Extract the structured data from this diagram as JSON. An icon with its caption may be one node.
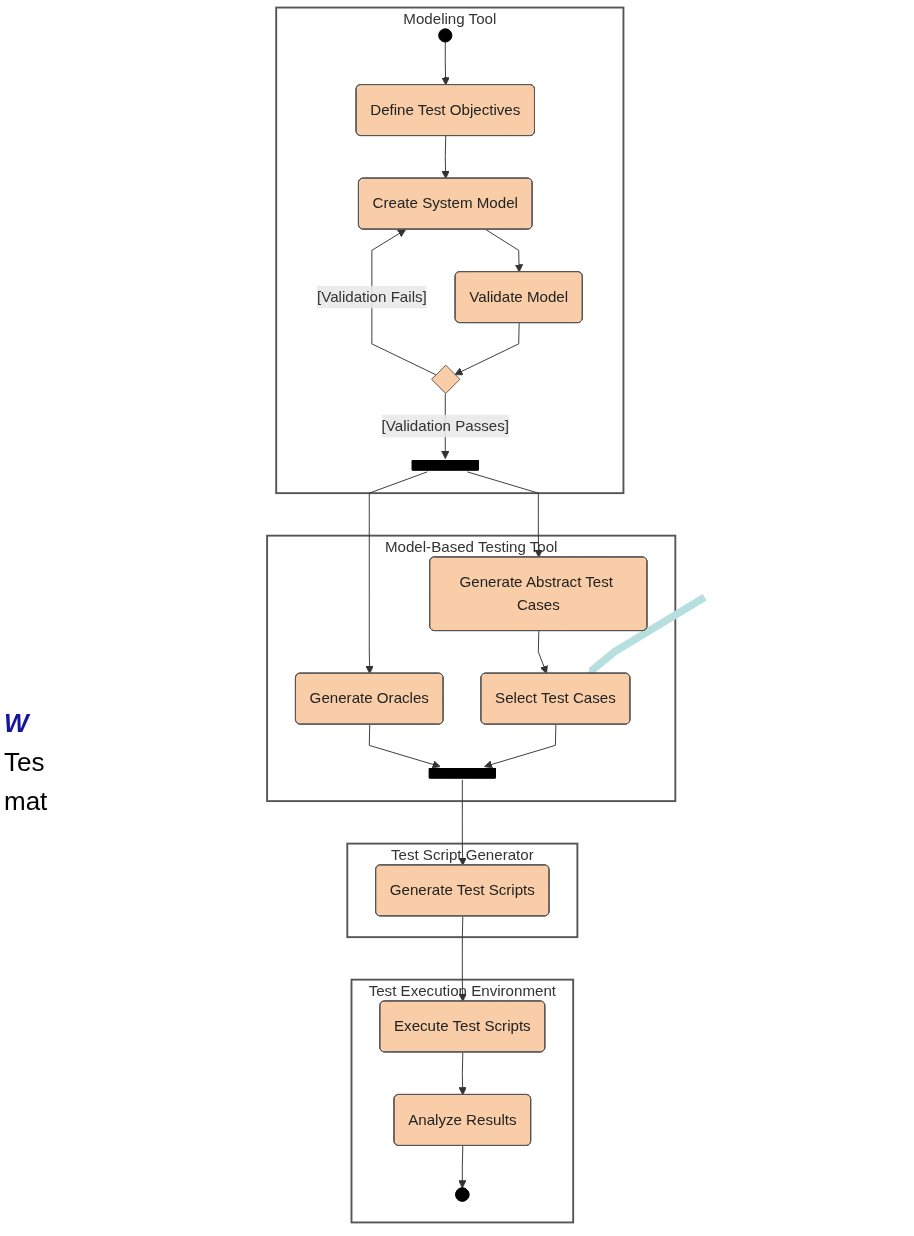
{
  "diagram": {
    "nodes": [
      {
        "text": [
          "Modeling Tool"
        ]
      },
      {
        "text": [],
        "shape": "circle",
        "in": 0
      },
      {
        "text": [
          "Define Test Objectives"
        ],
        "in": 0
      },
      {
        "text": [
          "Create System Model"
        ],
        "in": 0
      },
      {
        "text": [
          "Validate Model"
        ],
        "in": 0
      },
      {
        "text": [],
        "shape": "diamond",
        "in": 0
      },
      {
        "text": [],
        "shape": "bar",
        "in": 0
      },
      {
        "text": [
          "Model-Based Testing Tool"
        ]
      },
      {
        "text": [
          "Generate Abstract Test Cases"
        ],
        "in": 7
      },
      {
        "text": [
          "Generate Oracles"
        ],
        "in": 7
      },
      {
        "text": [
          "Select Test Cases"
        ],
        "in": 7
      },
      {
        "text": [],
        "shape": "bar",
        "in": 7
      },
      {
        "text": [
          "Test Script Generator"
        ]
      },
      {
        "text": [
          "Generate Test Scripts"
        ],
        "in": 12
      },
      {
        "text": [
          "Test Execution Environment"
        ]
      },
      {
        "text": [
          "Execute Test Scripts"
        ],
        "in": 14
      },
      {
        "text": [
          "Analyze Results"
        ],
        "in": 14
      },
      {
        "text": [],
        "shape": "circle",
        "in": 14
      }
    ],
    "edges": [
      {
        "from": 1,
        "to": 2,
        "arrow": "to"
      },
      {
        "from": 2,
        "to": 3,
        "arrow": "to"
      },
      {
        "from": 3,
        "to": 4,
        "arrow": "to"
      },
      {
        "from": 4,
        "to": 5,
        "arrow": "to"
      },
      {
        "from": 5,
        "to": 3,
        "arrow": "to",
        "label": "[Validation Fails]"
      },
      {
        "from": 5,
        "to": 6,
        "arrow": "to",
        "label": "[Validation Passes]"
      },
      {
        "from": 6,
        "to": 8,
        "arrow": "to"
      },
      {
        "from": 6,
        "to": 9,
        "arrow": "to"
      },
      {
        "from": 8,
        "to": 10,
        "arrow": "to"
      },
      {
        "from": 10,
        "to": 11,
        "arrow": "to"
      },
      {
        "from": 9,
        "to": 11,
        "arrow": "to"
      },
      {
        "from": 11,
        "to": 13,
        "arrow": "to"
      },
      {
        "from": 13,
        "to": 15,
        "arrow": "to"
      },
      {
        "from": 15,
        "to": 16,
        "arrow": "to"
      },
      {
        "from": 16,
        "to": 17,
        "arrow": "to"
      },
      {
        "from": null,
        "to": 10,
        "arrow": "to",
        "style": "thick",
        "color": "#b7dfe0"
      }
    ],
    "labels": [
      "W",
      "Tes",
      "mat"
    ]
  }
}
